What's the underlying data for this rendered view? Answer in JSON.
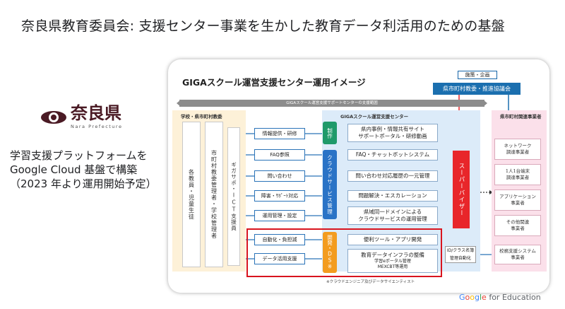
{
  "slide": {
    "title": "奈良県教育委員会: 支援センター事業を生かした教育データ利活用のための基盤",
    "logo": {
      "jp": "奈良県",
      "en": "Nara Prefecture"
    },
    "description": [
      "学習支援プラットフォームを",
      "Google Cloud 基盤で構築",
      "（2023 年より運用開始予定）"
    ],
    "footer": {
      "g1": "G",
      "g2": "o",
      "g3": "o",
      "g4": "g",
      "g5": "l",
      "g6": "e",
      "rest": " for Education"
    }
  },
  "diagram": {
    "title": "GIGAスクール運営支援センター運用イメージ",
    "top_label": "施策・企画",
    "top_org": "県市町村教委・推進協議会",
    "band_label": "GIGAスクール運営支援サポートセンターの支援範囲",
    "col_left_head": "学校・県市町村教委",
    "col_mid_head": "GIGAスクール運営支援センター",
    "col_right_head": "県市町村関連事業者",
    "left_vertical_1": "各教員・児童生徒",
    "left_vertical_2": "市町村教委管理者・学校管理者",
    "left_vertical_3": "ギガサポ・ICT支援員",
    "functions": [
      "情報提供・研修",
      "FAQ参照",
      "問い合わせ",
      "障害・ｻﾎﾟｰﾄ対応",
      "運用管理・設定",
      "自動化・負担減",
      "データ活用支援"
    ],
    "pill_green": "制作",
    "pill_blue": "クラウドサービス管理",
    "pill_orange": "開発・DS※",
    "services": [
      [
        "県内事例・情報共有サイト",
        "サポートポータル・研修動画"
      ],
      [
        "FAQ・チャットボットシステム"
      ],
      [
        "問い合わせ対応履歴の一元管理"
      ],
      [
        "問題解決・エスカレーション"
      ],
      [
        "県域同一ドメインによる",
        "クラウドサービスの運用管理"
      ],
      [
        "便利ツール・アプリ開発"
      ],
      [
        "教育データインフラの整備"
      ]
    ],
    "service_sub": [
      "学習eポータル管理",
      "MEXCBT等運用"
    ],
    "supervisor": "スーパーバイザー",
    "id_box": [
      "ID/クラス名簿",
      "管理自動化"
    ],
    "partners": [
      [
        "ネットワーク",
        "調達事業者"
      ],
      [
        "1人1台端末",
        "調達事業者"
      ],
      [
        "アプリケーション",
        "事業者"
      ],
      [
        "その他関連",
        "事業者"
      ],
      [
        "校務支援システム",
        "事業者"
      ]
    ],
    "footnote": "※クラウドエンジニア及びデータサイエンティスト"
  },
  "colors": {
    "accent_red": "#d9141e",
    "blue": "#2a73c6",
    "orange": "#f39c1f",
    "green": "#1f9a6a",
    "left_bg": "#fdf1d8",
    "mid_bg": "#dcebf9",
    "right_bg": "#fbe0ea"
  }
}
